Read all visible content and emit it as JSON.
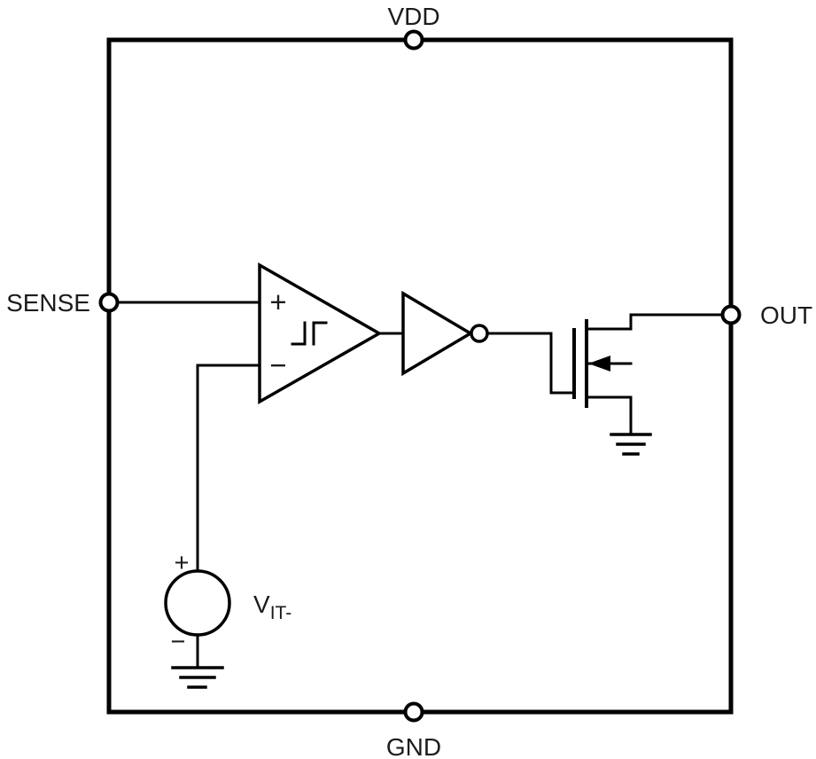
{
  "colors": {
    "background": "#ffffff",
    "ink": "#000000",
    "text": "#1c1c1c"
  },
  "pins": {
    "vdd": "VDD",
    "gnd": "GND",
    "sense": "SENSE",
    "out": "OUT"
  },
  "comparator": {
    "plus_input": "+",
    "minus_input": "−"
  },
  "reference_source": {
    "symbol": "V",
    "subscript": "IT-",
    "plus": "+",
    "minus": "−"
  }
}
